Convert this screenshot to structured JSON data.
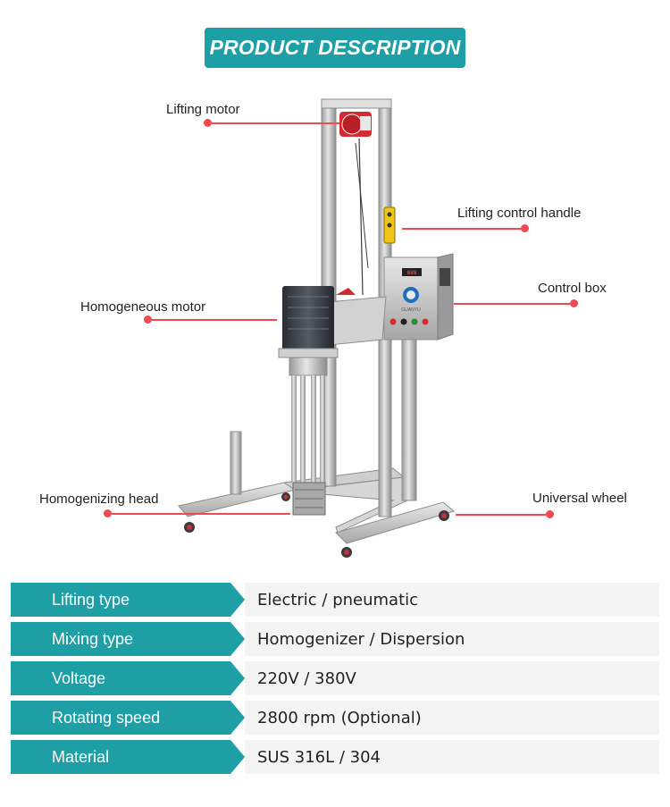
{
  "header": {
    "title": "PRODUCT DESCRIPTION",
    "accent_color": "#1e9fa6",
    "pointer_color": "#ee4a4f"
  },
  "callouts": [
    {
      "label": "Lifting motor"
    },
    {
      "label": "Lifting control handle"
    },
    {
      "label": "Control box"
    },
    {
      "label": "Homogeneous motor"
    },
    {
      "label": "Homogenizing head"
    },
    {
      "label": "Universal wheel"
    }
  ],
  "machine": {
    "brand": "GUANYU"
  },
  "specs": [
    {
      "key": "Lifting type",
      "value": "Electric / pneumatic"
    },
    {
      "key": "Mixing type",
      "value": "Homogenizer / Dispersion"
    },
    {
      "key": "Voltage",
      "value": "220V / 380V"
    },
    {
      "key": "Rotating speed",
      "value": "2800 rpm (Optional)"
    },
    {
      "key": "Material",
      "value": "SUS 316L / 304"
    }
  ]
}
